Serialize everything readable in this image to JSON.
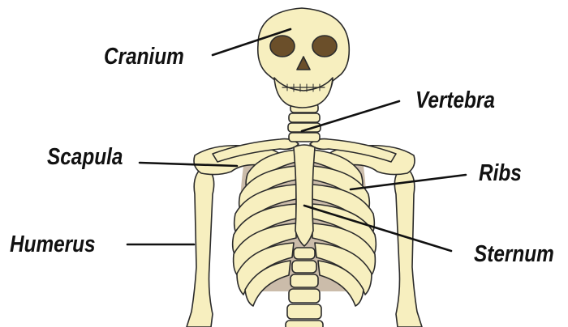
{
  "diagram": {
    "labels": {
      "cranium": "Cranium",
      "vertebra": "Vertebra",
      "scapula": "Scapula",
      "ribs": "Ribs",
      "humerus": "Humerus",
      "sternum": "Sternum"
    }
  },
  "colors": {
    "bone": "#f7efbf",
    "outline": "#2b2b2b",
    "rib_shadow": "#cbbcaa",
    "eye_socket": "#6b4f2a",
    "leader_line": "#111111"
  }
}
